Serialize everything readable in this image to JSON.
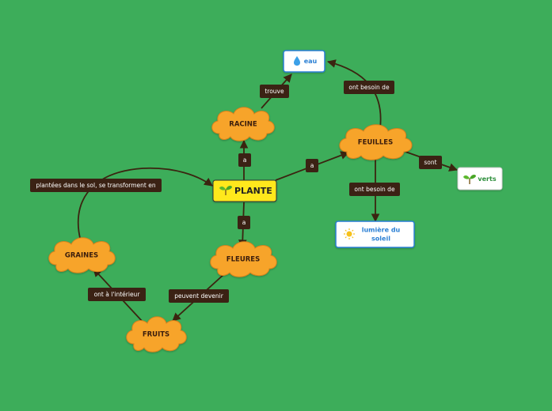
{
  "colors": {
    "background": "#3dad5a",
    "cloud_fill": "#f7a42c",
    "root_fill": "#ffe81f",
    "link_bg": "#3b2214",
    "water_text": "#2a7fd4",
    "leaf_text": "#2f8f3c"
  },
  "root": {
    "label": "PLANTE",
    "icon": "seedling-icon"
  },
  "nodes": {
    "racine": "RACINE",
    "feuilles": "FEUILLES",
    "fleures": "FLEURES",
    "graines": "GRAINES",
    "fruits": "FRUITS",
    "eau": {
      "label": "eau",
      "icon": "water-drop-icon"
    },
    "lumiere": {
      "line1": "lumière du",
      "line2": "soleil",
      "icon": "sun-icon"
    },
    "verts": {
      "label": "verts",
      "icon": "seedling-icon"
    }
  },
  "links": {
    "plante_racine": "a",
    "plante_feuilles": "a",
    "plante_fleures": "a",
    "racine_eau": "trouve",
    "feuilles_eau": "ont besoin de",
    "feuilles_lumiere": "ont besoin de",
    "feuilles_verts": "sont",
    "fleures_fruits": "peuvent devenir",
    "fruits_graines": "ont à l'intérieur",
    "graines_plante": "plantées dans le sol, se transforment en"
  }
}
